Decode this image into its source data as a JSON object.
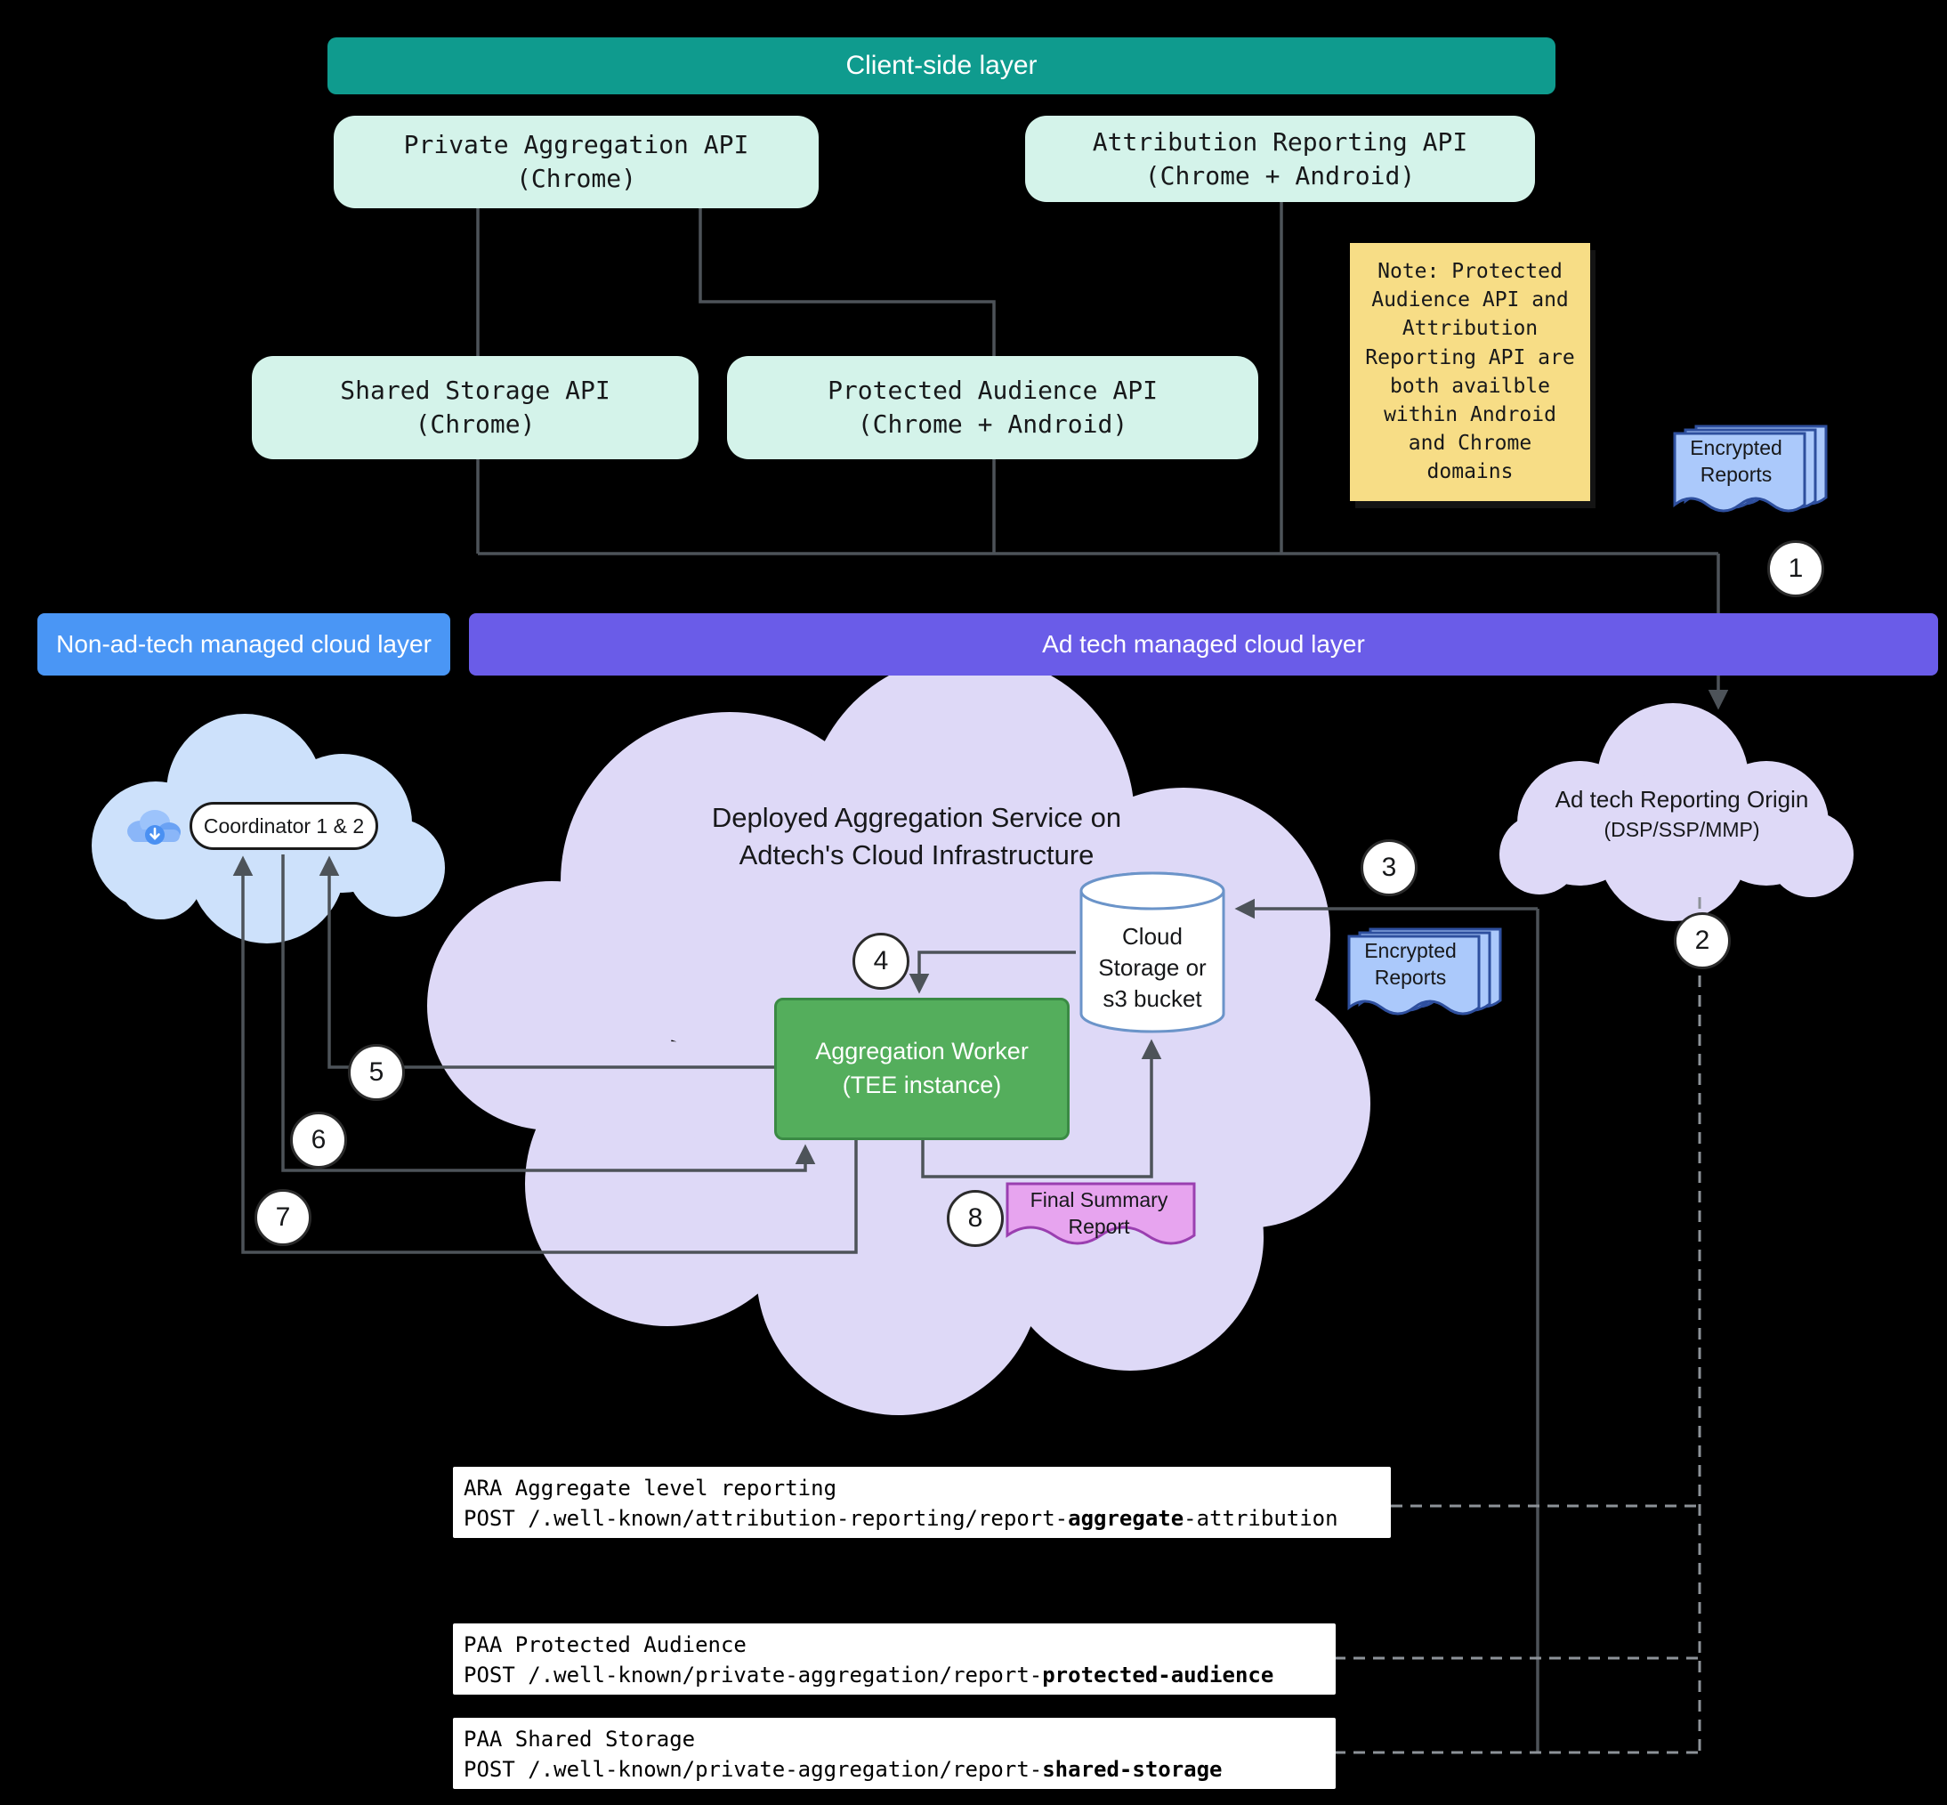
{
  "colors": {
    "bg": "#000000",
    "teal": "#0f9b8e",
    "mint": "#d4f3ea",
    "note-yellow": "#f7dd86",
    "blue-bar": "#4a96f5",
    "purple-bar": "#6a5ce8",
    "left-cloud": "#cde1fb",
    "lavender": "#ded9f7",
    "worker-green": "#54ae5c",
    "worker-border": "#3a8a44",
    "doc-blue": "#abc9fb",
    "doc-blue-border": "#2e4f9e",
    "report-pink": "#e7a4ef",
    "report-pink-border": "#9a3fb0",
    "cylinder-stroke": "#6b94c9",
    "line": "#4d5359",
    "dash": "#8d9298",
    "text-dark": "#17181a"
  },
  "client_layer": {
    "title": "Client-side layer"
  },
  "api_boxes": {
    "private_aggregation": {
      "label": "Private Aggregation API",
      "sub": "(Chrome)"
    },
    "attribution_reporting": {
      "label": "Attribution Reporting API",
      "sub": "(Chrome + Android)"
    },
    "shared_storage": {
      "label": "Shared Storage API",
      "sub": "(Chrome)"
    },
    "protected_audience": {
      "label": "Protected Audience API",
      "sub": "(Chrome + Android)"
    }
  },
  "note": {
    "text": "Note: Protected Audience API and Attribution Reporting API are both availble within Android and Chrome domains"
  },
  "layer_bars": {
    "non_adtech": "Non-ad-tech managed cloud layer",
    "adtech": "Ad tech managed cloud layer"
  },
  "coordinator": {
    "label": "Coordinator 1 & 2"
  },
  "aggregation_cloud": {
    "title": "Deployed Aggregation Service on Adtech's Cloud Infrastructure"
  },
  "cloud_storage": {
    "label": "Cloud Storage or s3 bucket"
  },
  "aggregation_worker": {
    "label": "Aggregation Worker",
    "sub": "(TEE instance)"
  },
  "final_summary_report": {
    "label": "Final Summary Report"
  },
  "reporting_origin": {
    "label": "Ad tech Reporting Origin",
    "sub": "(DSP/SSP/MMP)"
  },
  "encrypted_reports_top": {
    "label": "Encrypted Reports"
  },
  "encrypted_reports_mid": {
    "label": "Encrypted Reports"
  },
  "steps": {
    "s1": "1",
    "s2": "2",
    "s3": "3",
    "s4": "4",
    "s5": "5",
    "s6": "6",
    "s7": "7",
    "s8": "8"
  },
  "endpoints": [
    {
      "title": "ARA Aggregate level reporting",
      "pre": "POST /.well-known/attribution-reporting/report-",
      "bold": "aggregate",
      "suf": "-attribution"
    },
    {
      "title": "PAA Protected Audience",
      "pre": "POST /.well-known/private-aggregation/report-",
      "bold": "protected-audience",
      "suf": ""
    },
    {
      "title": "PAA Shared Storage",
      "pre": "POST /.well-known/private-aggregation/report-",
      "bold": "shared-storage",
      "suf": ""
    }
  ]
}
